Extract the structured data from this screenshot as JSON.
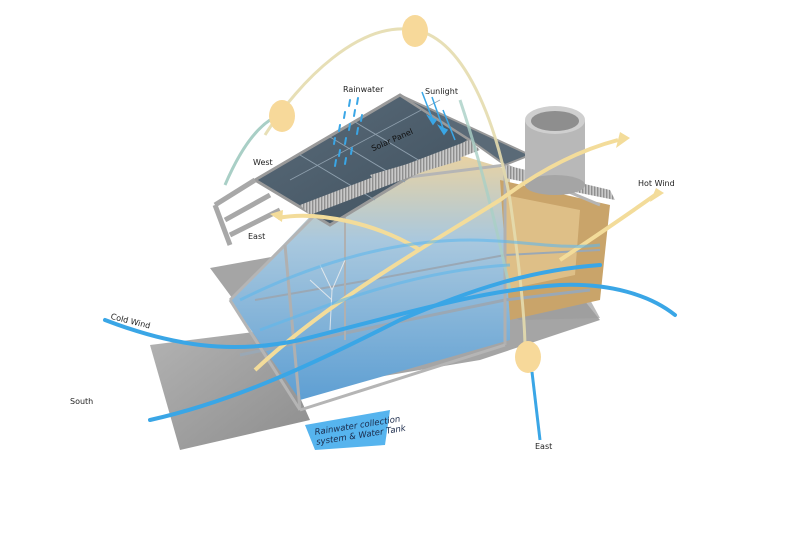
{
  "diagram": {
    "type": "sustainable house section diagram",
    "labels": {
      "rainwater": "Rainwater",
      "sunlight": "Sunlight",
      "solar_panel": "Solar Panel",
      "west": "West",
      "east_upper": "East",
      "hot_wind": "Hot Wind",
      "cold_wind": "Cold Wind",
      "south": "South",
      "east_lower": "East",
      "tank_line1": "Rainwater collection",
      "tank_line2": "system & Water Tank"
    },
    "colors": {
      "sun": "#f7d99a",
      "sun_path": "#e8dfb0",
      "hot_wind": "#f3dc9a",
      "cold_wind": "#3aa6e6",
      "rain": "#3aa6e6",
      "water_tank": "#56b4ee",
      "solar_panel": "#4d5f6e",
      "concrete": "#9a9a9a",
      "interior_blue": "#7fb5dc",
      "wood": "#d8b57a"
    }
  }
}
